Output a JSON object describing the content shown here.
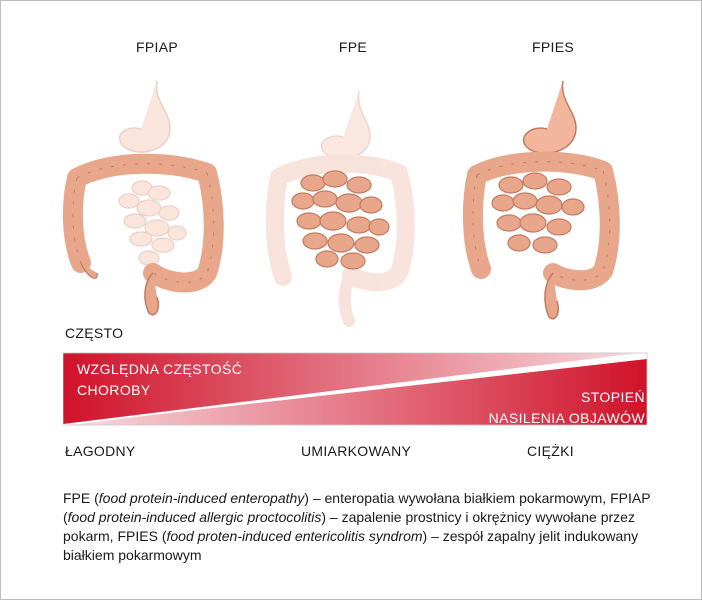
{
  "diagram": {
    "columns": [
      {
        "title": "FPIAP"
      },
      {
        "title": "FPE"
      },
      {
        "title": "FPIES"
      }
    ],
    "frequency_label": "CZĘSTO",
    "bar": {
      "left_label_line1": "WZGLĘDNA CZĘSTOŚĆ",
      "left_label_line2": "CHOROBY",
      "right_label_line1": "STOPIEŃ",
      "right_label_line2": "NASILENIA OBJAWÓW",
      "color_strong": "#d0122a",
      "color_light": "#f8dde1"
    },
    "severity_labels": [
      "ŁAGODNY",
      "UMIARKOWANY",
      "CIĘŻKI"
    ],
    "colors": {
      "organ_fill": "#e8a68a",
      "organ_stroke": "#c47a60",
      "stomach_fill": "#f1b69c"
    }
  },
  "caption": {
    "fpe_abbr": "FPE",
    "fpe_full": "food protein-induced enteropathy",
    "fpe_desc": " – enteropatia wywołana białkiem pokarmowym,",
    "fpiap_abbr": "FPIAP",
    "fpiap_full": "food protein-induced allergic proctocolitis",
    "fpiap_desc": " – zapalenie prostnicy i okrężnicy wywołane przez pokarm,",
    "fpies_abbr": "FPIES",
    "fpies_full": "food proten-induced entericolitis syndrom",
    "fpies_desc": " – zespół zapalny jelit indukowany białkiem pokarmowym"
  }
}
